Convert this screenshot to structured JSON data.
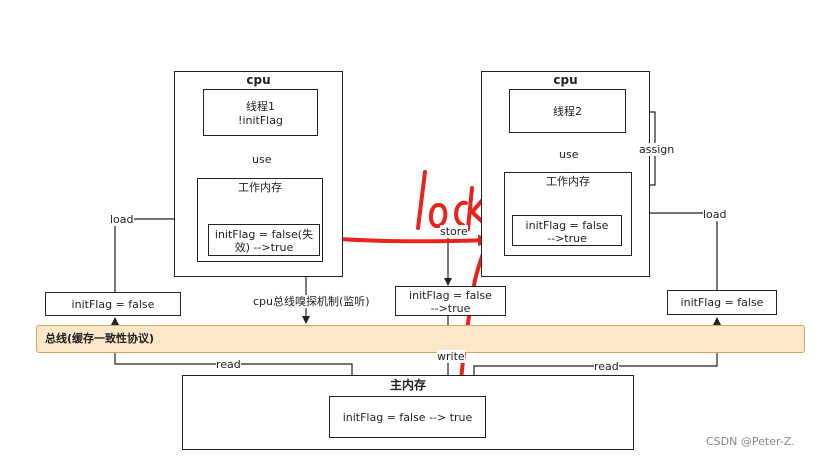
{
  "cpu_left": {
    "title": "cpu",
    "thread_line1": "线程1",
    "thread_line2": "!initFlag",
    "use_label": "use",
    "work_memory_title": "工作内存",
    "flag_line1": "initFlag = false(失",
    "flag_line2": "效) -->true"
  },
  "cpu_right": {
    "title": "cpu",
    "thread_label": "线程2",
    "use_label": "use",
    "work_memory_title": "工作内存",
    "flag_line1": "initFlag = false",
    "flag_line2": "-->true"
  },
  "left_cache_flag": "initFlag = false",
  "middle_cache_flag_line1": "initFlag = false",
  "middle_cache_flag_line2": "-->true",
  "right_cache_flag": "initFlag = false",
  "bus_label": "总线(缓存一致性协议)",
  "main_memory": {
    "title": "主内存",
    "flag": "initFlag = false --> true"
  },
  "edge_labels": {
    "load_left": "load",
    "load_right": "load",
    "store": "store",
    "assign": "assign",
    "write": "write",
    "read_left": "read",
    "read_right": "read",
    "snoop": "cpu总线嗅探机制(监听)"
  },
  "annotation": {
    "handwritten": "lock",
    "color": "#e8231b"
  },
  "watermark": "CSDN @Peter-Z."
}
